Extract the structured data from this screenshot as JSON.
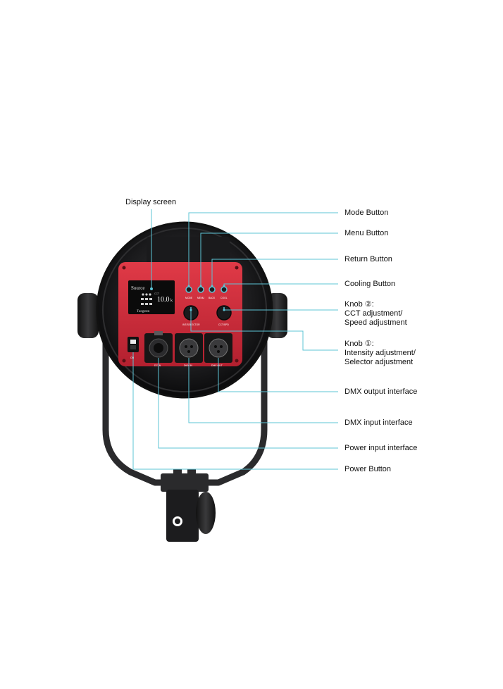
{
  "callouts": {
    "display_screen": "Display screen",
    "mode_button": "Mode Button",
    "menu_button": "Menu Button",
    "return_button": "Return Button",
    "cooling_button": "Cooling Button",
    "knob2_title": "Knob ②:",
    "knob2_line2": "CCT adjustment/",
    "knob2_line3": "Speed adjustment",
    "knob1_title": "Knob ①:",
    "knob1_line2": "Intensity adjustment/",
    "knob1_line3": "Selector adjustment",
    "dmx_output": "DMX output interface",
    "dmx_input": "DMX input interface",
    "power_input": "Power input interface",
    "power_button": "Power Button"
  },
  "device": {
    "screen_title": "Source",
    "screen_value": "10.0",
    "screen_value_unit": "k",
    "screen_small": "CCT",
    "screen_mode": "Tungsten",
    "btn_mode": "MODE",
    "btn_menu": "MENU",
    "btn_back": "BACK",
    "btn_cool": "COOL",
    "knob1_label": "INT/SELECTOR",
    "knob2_label": "CCT/SPD",
    "port_power": "DC IN",
    "port_dmx_in": "DMX IN",
    "port_dmx_out": "DMX OUT",
    "switch_label": "ON"
  },
  "colors": {
    "leader": "#5cc4d6",
    "panel_red": "#c8283a",
    "body_black": "#1c1c1e"
  }
}
